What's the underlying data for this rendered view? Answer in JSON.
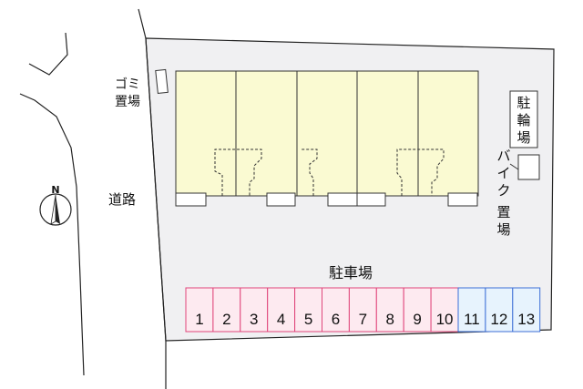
{
  "labels": {
    "garbage": [
      "ゴミ",
      "置場"
    ],
    "road": "道路",
    "bicycle": [
      "駐",
      "輪",
      "場"
    ],
    "bike": [
      "バ",
      "イ",
      "ク",
      "置",
      "場"
    ],
    "parking": "駐車場",
    "north": "N"
  },
  "colors": {
    "site": "#f0f0f2",
    "building": "#fafad2",
    "space_red_fill": "#fdeaf0",
    "space_red_stroke": "#e0457a",
    "space_blue_fill": "#e7f3fd",
    "space_blue_stroke": "#3d6fd6"
  },
  "building": {
    "units": 5
  },
  "parking": {
    "spaces": [
      {
        "number": "1",
        "color": "red"
      },
      {
        "number": "2",
        "color": "red"
      },
      {
        "number": "3",
        "color": "red"
      },
      {
        "number": "4",
        "color": "red"
      },
      {
        "number": "5",
        "color": "red"
      },
      {
        "number": "6",
        "color": "red"
      },
      {
        "number": "7",
        "color": "red"
      },
      {
        "number": "8",
        "color": "red"
      },
      {
        "number": "9",
        "color": "red"
      },
      {
        "number": "10",
        "color": "red"
      },
      {
        "number": "11",
        "color": "blue"
      },
      {
        "number": "12",
        "color": "blue"
      },
      {
        "number": "13",
        "color": "blue"
      }
    ]
  }
}
